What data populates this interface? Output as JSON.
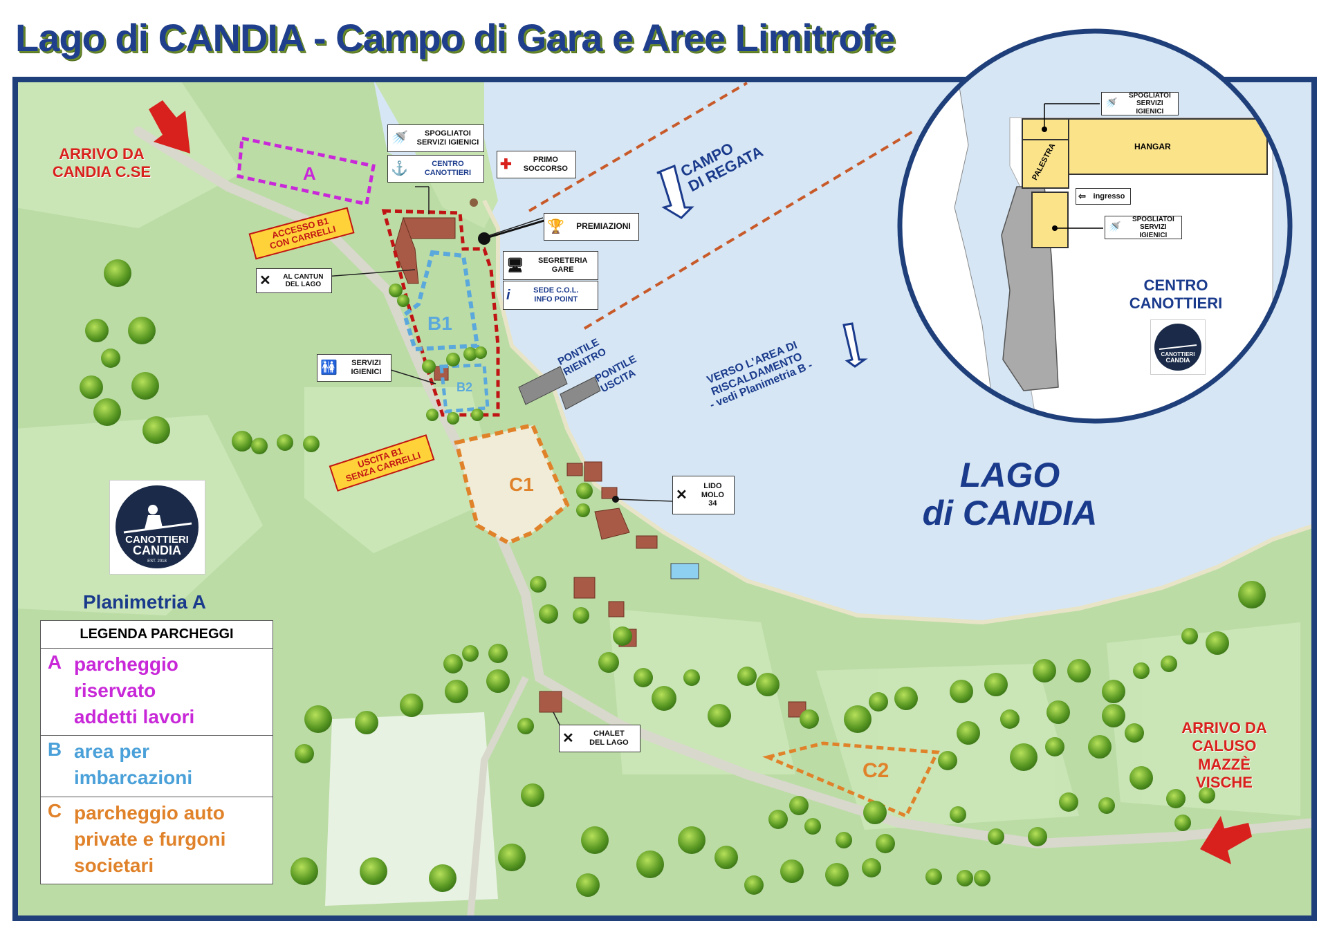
{
  "title": "Lago di CANDIA - Campo di Gara e Aree Limitrofe",
  "colors": {
    "lake": "#d6e6f4",
    "land": "#bcdca6",
    "frame": "#1f3f7a",
    "parking_A": "#c828d8",
    "parking_B": "#5aa8dc",
    "parking_C": "#e0822a",
    "arrow": "#d8201c"
  },
  "arrivals": {
    "candia": "ARRIVO DA\nCANDIA C.SE",
    "caluso": "ARRIVO DA\nCALUSO\nMAZZÈ\nVISCHE"
  },
  "signs": {
    "accesso": "ACCESSO B1\nCON CARRELLI",
    "uscita": "USCITA B1\nSENZA CARRELLI"
  },
  "zones": {
    "a": "A",
    "b1": "B1",
    "b2": "B2",
    "c1": "C1",
    "c2": "C2"
  },
  "labels": {
    "spogliatoi": "SPOGLIATOI\nSERVIZI IGIENICI",
    "centro": "CENTRO\nCANOTTIERI",
    "primo_soccorso": "PRIMO\nSOCCORSO",
    "premiazioni": "PREMIAZIONI",
    "segreteria": "SEGRETERIA\nGARE",
    "info": "SEDE C.O.L.\nINFO POINT",
    "cantun": "AL CANTUN\nDEL LAGO",
    "servizi": "SERVIZI\nIGIENICI",
    "lido": "LIDO\nMOLO\n34",
    "chalet": "CHALET\nDEL LAGO"
  },
  "water_text": {
    "campo": "CAMPO\nDI REGATA",
    "pontile_rientro": "PONTILE\nRIENTRO",
    "pontile_uscita": "PONTILE\nUSCITA",
    "riscaldamento": "VERSO L'AREA DI\nRISCALDAMENTO\n- vedi Planimetria B -",
    "lake_name": "LAGO\ndi CANDIA"
  },
  "inset": {
    "spogliatoi_top": "SPOGLIATOI\nSERVIZI IGIENICI",
    "hangar": "HANGAR",
    "palestra": "PALESTRA",
    "ingresso": "ingresso",
    "spogliatoi_bottom": "SPOGLIATOI\nSERVIZI IGIENICI",
    "centro": "CENTRO\nCANOTTIERI"
  },
  "logo": {
    "line1": "CANOTTIERI",
    "line2": "CANDIA",
    "est": "EST. 2018"
  },
  "planimetria": "Planimetria A",
  "legend": {
    "header": "LEGENDA PARCHEGGI",
    "items": [
      {
        "key": "A",
        "text": "parcheggio\nriservato\naddetti lavori",
        "color": "#c828d8"
      },
      {
        "key": "B",
        "text": "area per\nimbarcazioni",
        "color": "#4aa0d8"
      },
      {
        "key": "C",
        "text": "parcheggio auto\nprivate e furgoni\nsocietari",
        "color": "#e0822a"
      }
    ]
  }
}
